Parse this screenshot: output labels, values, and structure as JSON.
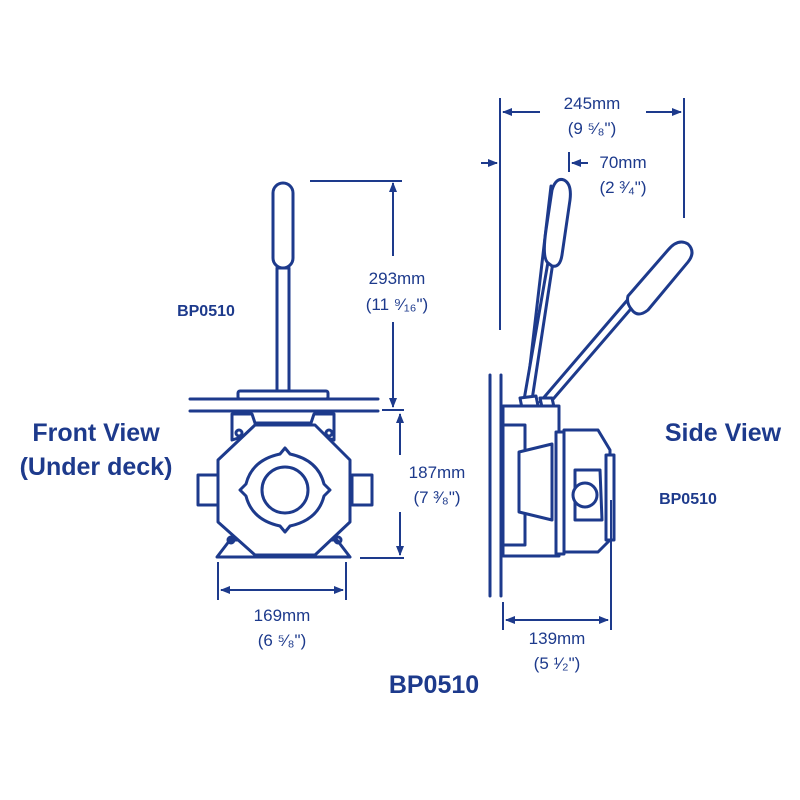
{
  "model": "BP0510",
  "front_view": {
    "title": "Front View",
    "subtitle": "(Under deck)",
    "model_label": "BP0510",
    "height_above_deck": {
      "mm": "293mm",
      "in": "(11 ⁹⁄₁₆\")"
    },
    "height_below_deck": {
      "mm": "187mm",
      "in": "(7 ³⁄₈\")"
    },
    "width": {
      "mm": "169mm",
      "in": "(6 ⁵⁄₈\")"
    }
  },
  "side_view": {
    "title": "Side View",
    "model_label": "BP0510",
    "handle_sweep": {
      "mm": "245mm",
      "in": "(9 ⁵⁄₈\")"
    },
    "handle_offset": {
      "mm": "70mm",
      "in": "(2 ³⁄₄\")"
    },
    "depth": {
      "mm": "139mm",
      "in": "(5 ¹⁄₂\")"
    }
  },
  "colors": {
    "ink": "#1d3a8c",
    "background": "#ffffff"
  }
}
